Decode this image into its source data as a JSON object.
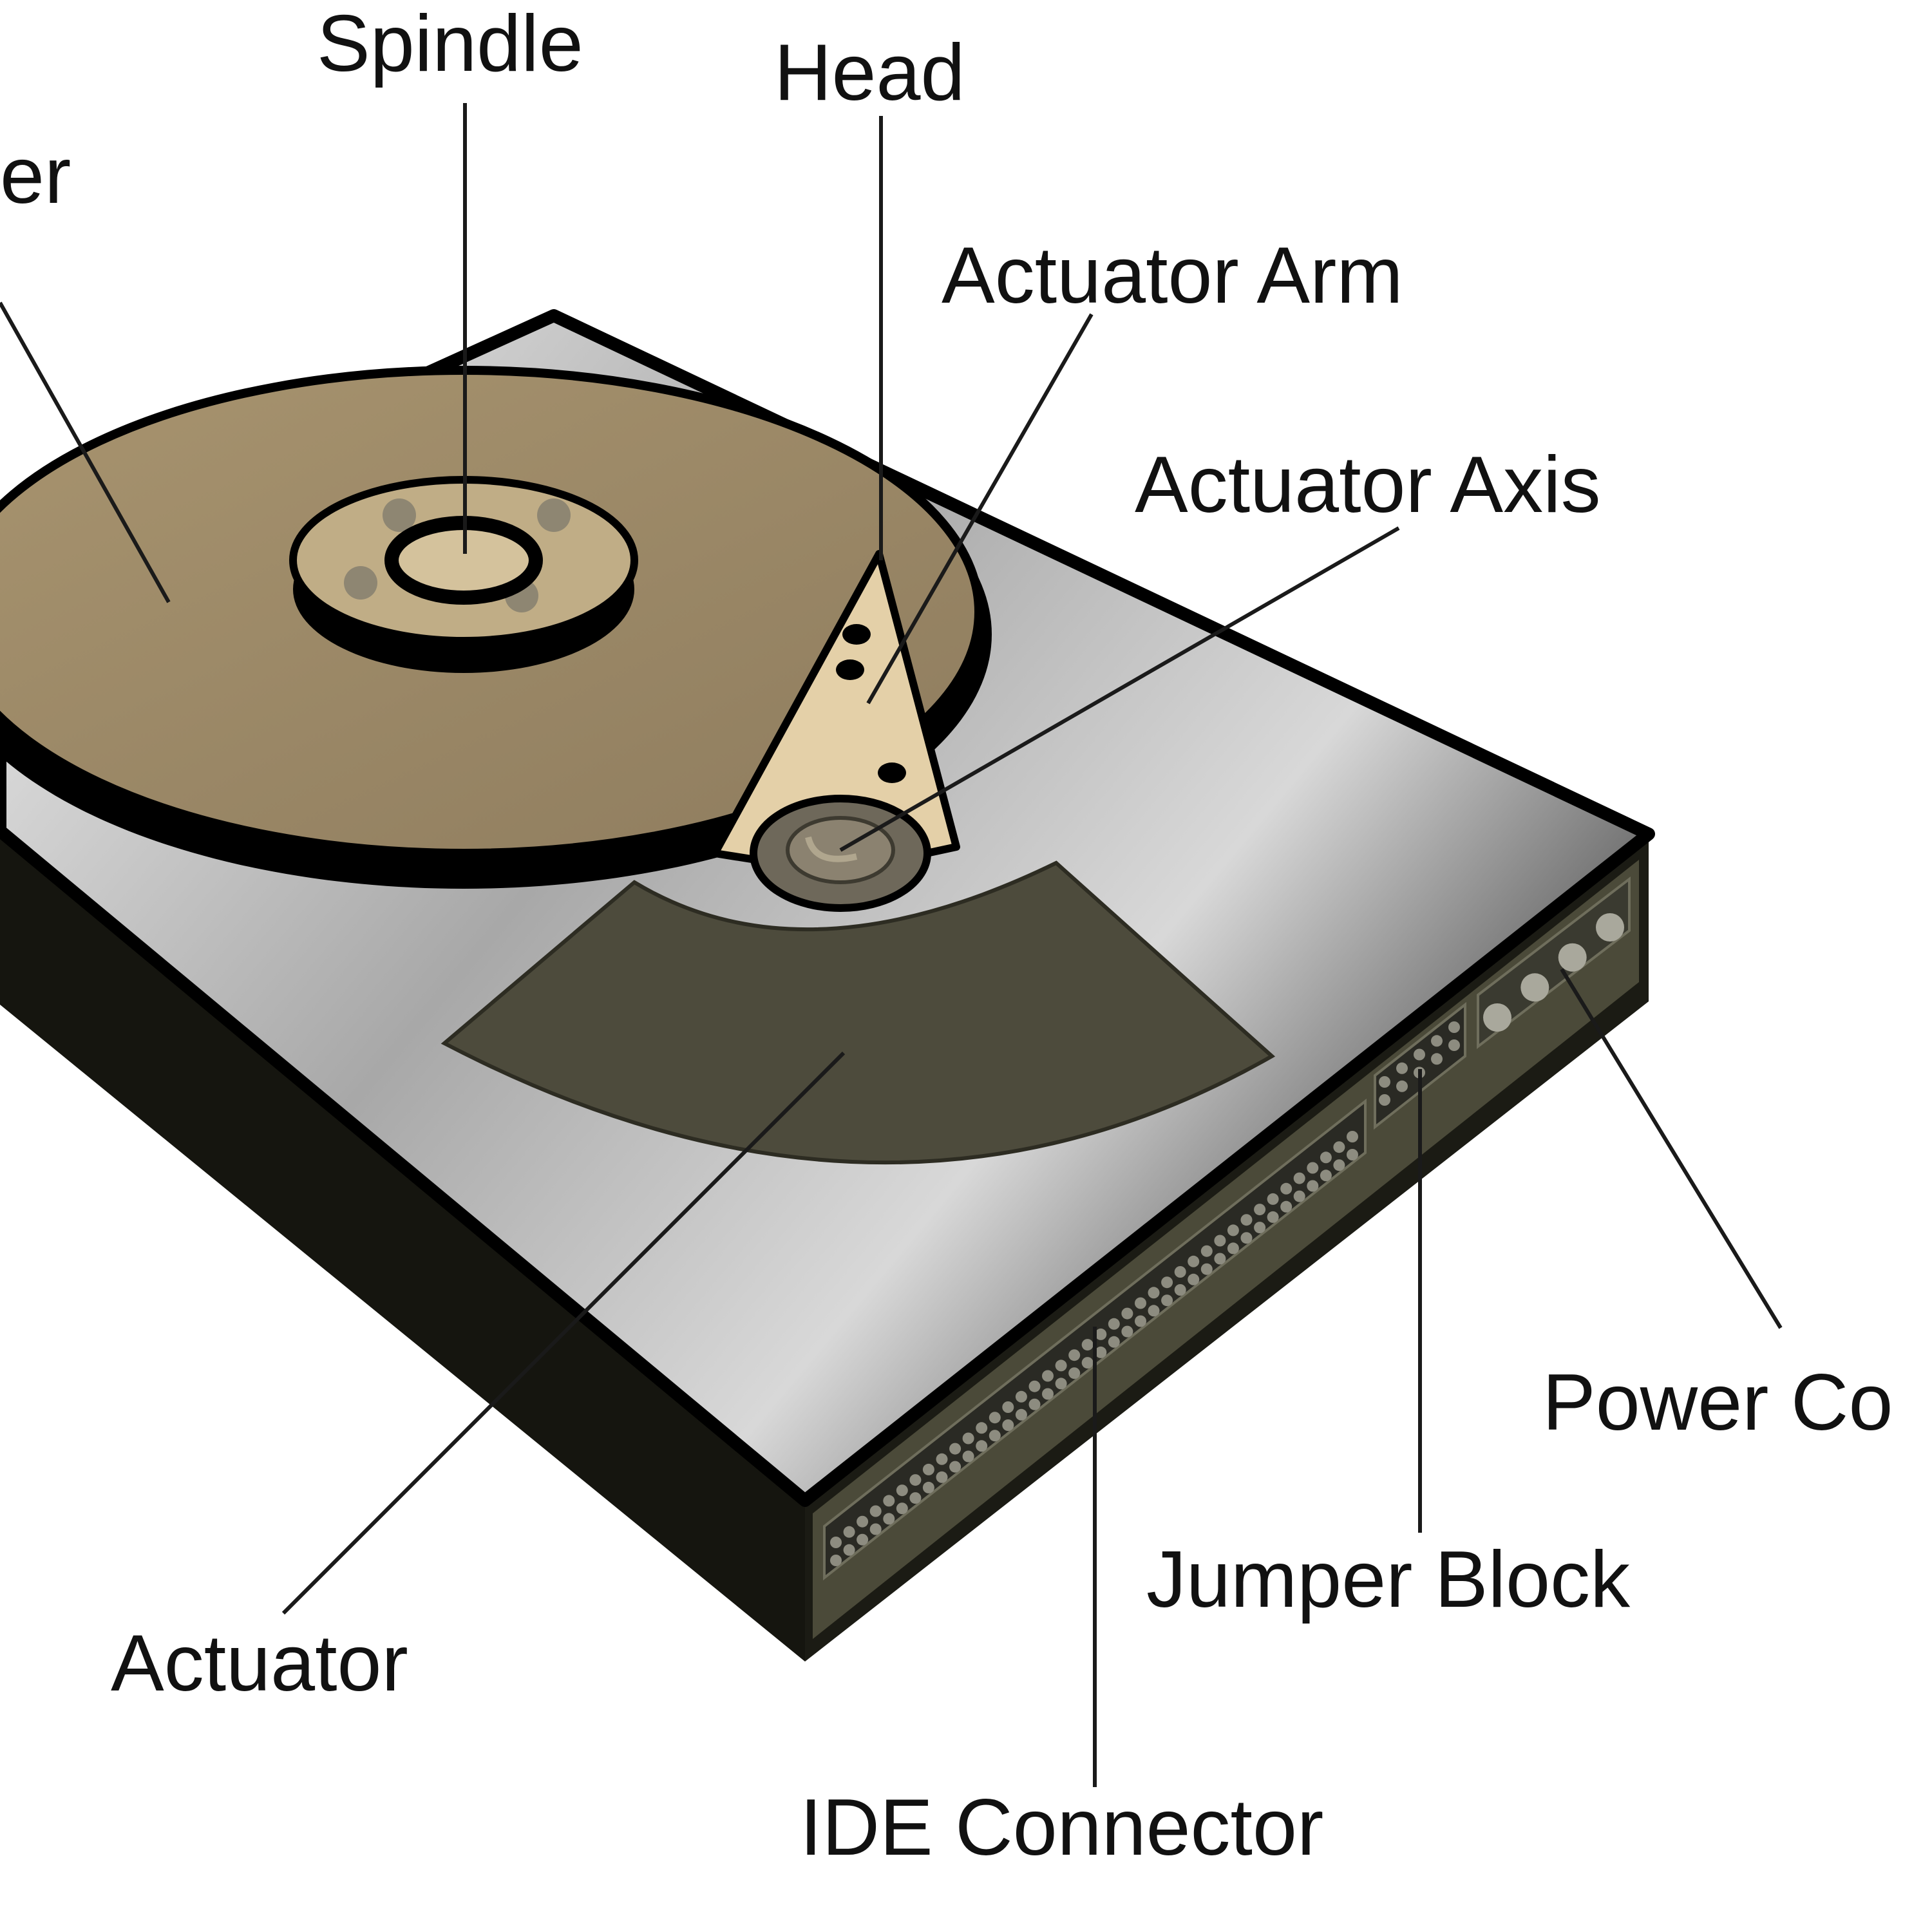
{
  "labels": {
    "platter": "er",
    "spindle": "Spindle",
    "head": "Head",
    "actuator_arm": "Actuator Arm",
    "actuator_axis": "Actuator Axis",
    "actuator": "Actuator",
    "power_connector": "Power Co",
    "jumper_block": "Jumper Block",
    "ide_connector": "IDE Connector"
  },
  "colors": {
    "platter": "#9c8a6a",
    "spindle_hub": "#c2b08a",
    "arm": "#e3cfa8",
    "case_top_light": "#e8e8e8",
    "case_top_dark": "#5a5a5a",
    "case_side": "#141410",
    "connector_strip": "#4a4a38",
    "actuator_magnet": "#4c4a3c"
  }
}
